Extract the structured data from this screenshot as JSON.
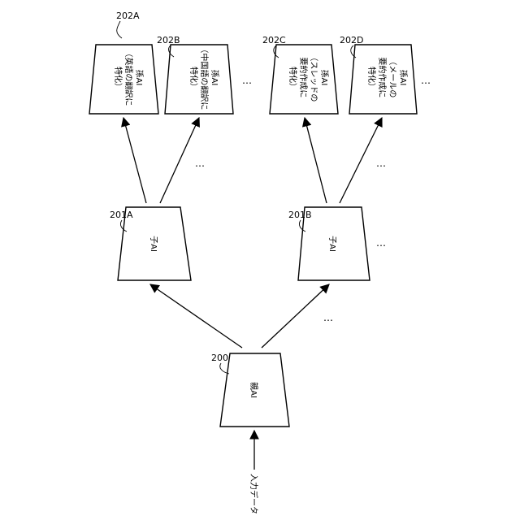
{
  "nodes": {
    "n202A": {
      "ref": "202A",
      "lines": [
        "孫AI",
        "（英語の翻訳に",
        "特化）"
      ]
    },
    "n202B": {
      "ref": "202B",
      "lines": [
        "孫AI",
        "（中国語の翻訳に",
        "特化）"
      ]
    },
    "n202C": {
      "ref": "202C",
      "lines": [
        "孫AI",
        "（スレッドの",
        "要約作成に",
        "特化）"
      ]
    },
    "n202D": {
      "ref": "202D",
      "lines": [
        "孫AI",
        "（メールの",
        "要約作成に",
        "特化）"
      ]
    },
    "n201A": {
      "ref": "201A",
      "lines": [
        "子AI"
      ]
    },
    "n201B": {
      "ref": "201B",
      "lines": [
        "子AI"
      ]
    },
    "n200": {
      "ref": "200",
      "lines": [
        "親AI"
      ]
    }
  },
  "input_label": "入力データ",
  "ellipsis": "…"
}
